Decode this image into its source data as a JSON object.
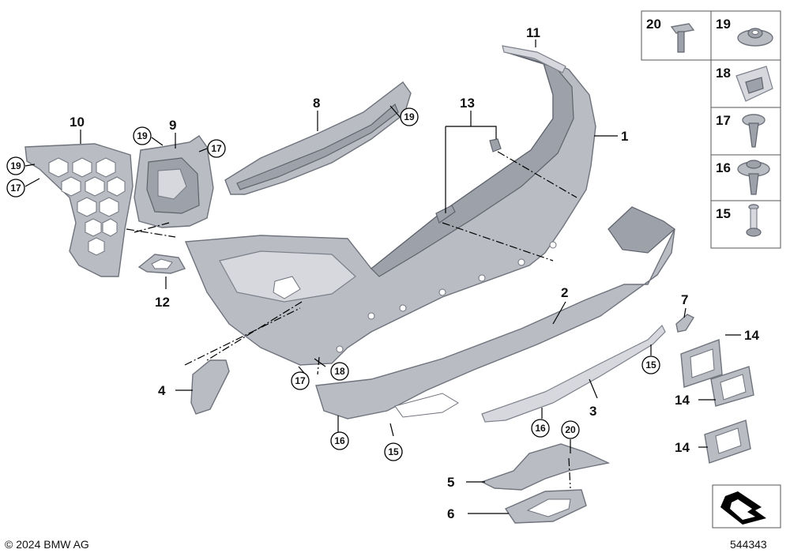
{
  "diagram": {
    "callouts": {
      "c1": "1",
      "c2": "2",
      "c3": "3",
      "c4": "4",
      "c5": "5",
      "c6": "6",
      "c7": "7",
      "c8": "8",
      "c9": "9",
      "c10": "10",
      "c11": "11",
      "c12": "12",
      "c13": "13",
      "c14a": "14",
      "c14b": "14",
      "c14c": "14",
      "c15a": "15",
      "c15b": "15",
      "c16a": "16",
      "c16b": "16",
      "c17a": "17",
      "c17b": "17",
      "c17c": "17",
      "c18": "18",
      "c19a": "19",
      "c19b": "19",
      "c19c": "19",
      "c20": "20"
    },
    "legend": {
      "n20": "20",
      "n19": "19",
      "n18": "18",
      "n17": "17",
      "n16": "16",
      "n15": "15"
    },
    "copyright": "© 2024 BMW AG",
    "diagram_id": "544343"
  }
}
